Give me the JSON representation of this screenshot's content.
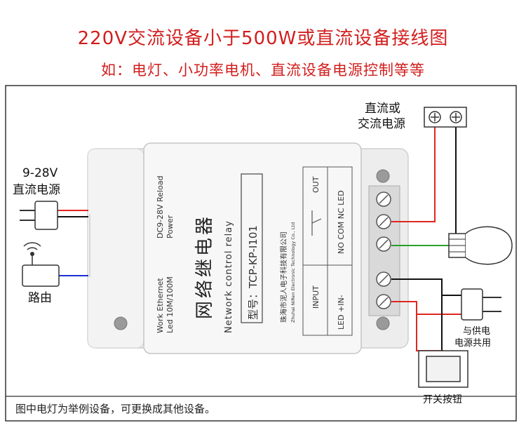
{
  "title": "220V交流设备小于500W或直流设备接线图",
  "subtitle": "如：电灯、小功率电机、直流设备电源控制等等",
  "labels": {
    "dc_ac_line1": "直流或",
    "dc_ac_line2": "交流电源",
    "power_in_line1": "9-28V",
    "power_in_line2": "直流电源",
    "router": "路由",
    "shared_line1": "与供电",
    "shared_line2": "电源共用",
    "switch": "开关按钮"
  },
  "device": {
    "name_cn": "网络继电器",
    "name_en": "Network control relay",
    "model": "型号：TCP-KP-I101",
    "company_cn": "珠海市泥人电子科技有限公司",
    "company_en": "Zhuhai NiRen Electronic Technology Co., Ltd",
    "led_line1": "DC9-28V  Reload",
    "led_line2": "Power",
    "eth_line1": "Work   Ethernet",
    "eth_line2": "Led    10M/100M",
    "out_label": "OUT",
    "out_terms": "NO  COM  NC  LED",
    "in_label": "INPUT",
    "in_terms": "LED  +IN-"
  },
  "note": "图中电灯为举例设备，可更换成其他设备。",
  "colors": {
    "title": "#d21e1e",
    "wire_red": "#e0261e",
    "wire_green": "#2aa02a",
    "wire_blue": "#1a2fd1",
    "wire_black": "#111111"
  }
}
